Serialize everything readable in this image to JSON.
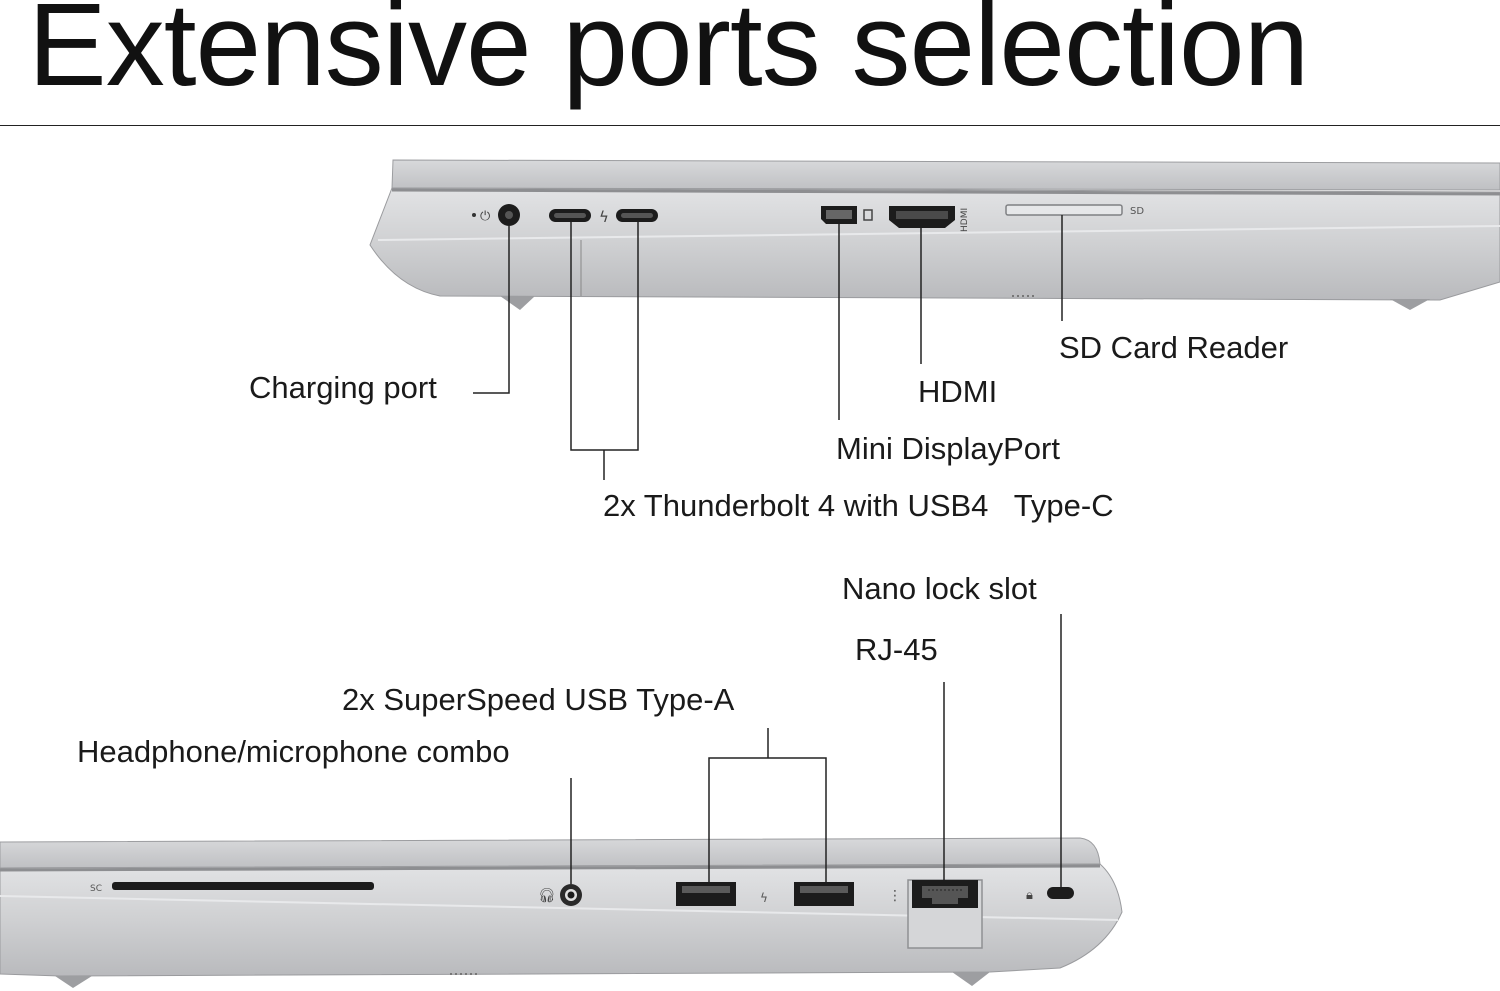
{
  "title": "Extensive ports selection",
  "top_side": {
    "labels": {
      "charging_port": "Charging port",
      "thunderbolt": "2x Thunderbolt 4 with USB4   Type-C",
      "mini_displayport": "Mini DisplayPort",
      "hdmi": "HDMI",
      "sd_card_reader": "SD Card Reader"
    },
    "port_markings": {
      "sd": "SD",
      "hdmi": "HDMI"
    }
  },
  "bottom_side": {
    "labels": {
      "headphone_combo": "Headphone/microphone combo",
      "usb_type_a": "2x SuperSpeed USB Type-A",
      "rj45": "RJ-45",
      "nano_lock": "Nano lock slot"
    },
    "port_markings": {
      "smart_card": "SC"
    }
  },
  "colors": {
    "chassis": "#c9cacc",
    "chassis_light": "#dcdddf",
    "chassis_dark": "#a9aaad",
    "port": "#1c1c1c",
    "line": "#222222"
  }
}
